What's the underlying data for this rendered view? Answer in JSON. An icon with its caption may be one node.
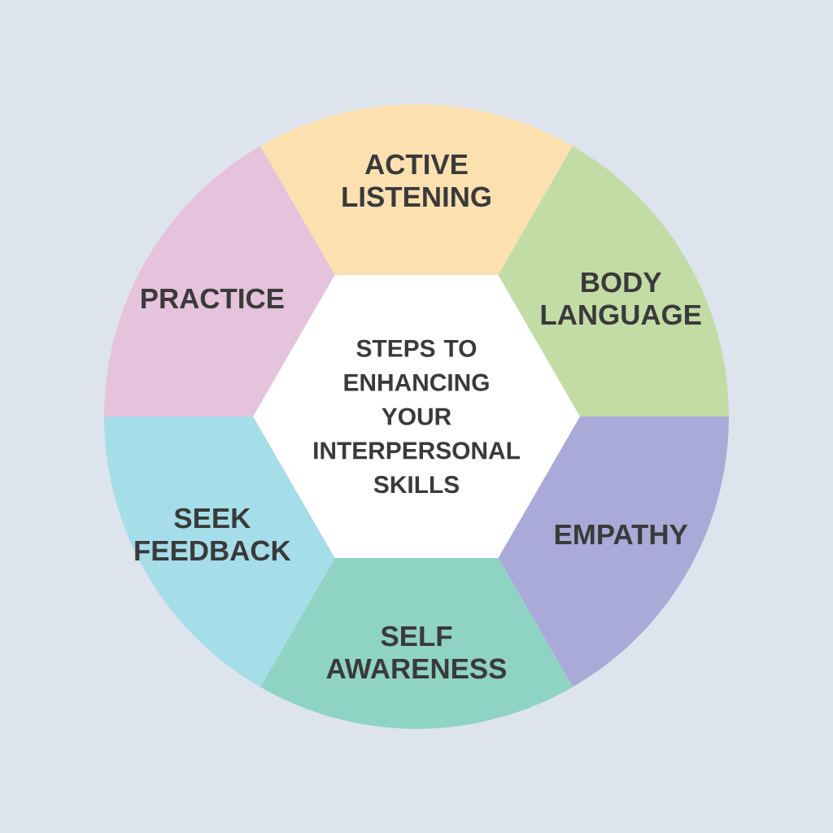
{
  "diagram": {
    "nodes": [
      {
        "text": [
          "STEPS TO ENHANCING YOUR INTERPERSONAL SKILLS"
        ]
      },
      {
        "text": [
          "ACTIVE LISTENING"
        ]
      },
      {
        "text": [
          "BODY LANGUAGE"
        ]
      },
      {
        "text": [
          "EMPATHY"
        ]
      },
      {
        "text": [
          "SELF AWARENESS"
        ]
      },
      {
        "text": [
          "SEEK FEEDBACK"
        ]
      },
      {
        "text": [
          "PRACTICE"
        ]
      }
    ]
  }
}
